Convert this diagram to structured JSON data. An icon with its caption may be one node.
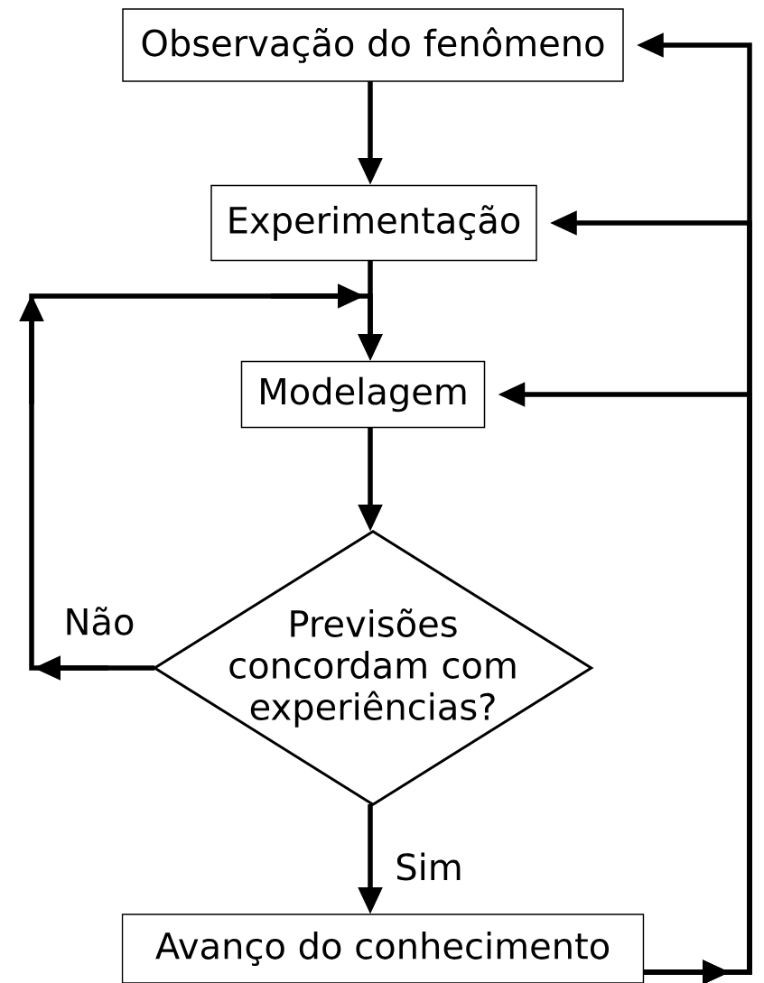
{
  "diagram": {
    "nodes": [
      {
        "text": [
          "Observação do fenômeno"
        ]
      },
      {
        "text": [
          "Experimentação"
        ]
      },
      {
        "text": [
          "Modelagem"
        ]
      },
      {
        "text": [
          "Previsões concordam com experiências?"
        ]
      },
      {
        "text": [
          "Avanço do conhecimento"
        ]
      }
    ],
    "edges": [
      {
        "from": 0,
        "to": 1,
        "arrow": "to"
      },
      {
        "from": 1,
        "to": 2,
        "arrow": "to"
      },
      {
        "from": 2,
        "to": 3,
        "arrow": "to"
      },
      {
        "from": 3,
        "to": 4,
        "arrow": "to",
        "label": "Sim"
      },
      {
        "from": 3,
        "to": 2,
        "arrow": "to",
        "label": "Não"
      },
      {
        "from": 4,
        "to": 0,
        "arrow": "to"
      },
      {
        "from": 4,
        "to": 1,
        "arrow": "to"
      },
      {
        "from": 4,
        "to": 2,
        "arrow": "to"
      }
    ]
  }
}
